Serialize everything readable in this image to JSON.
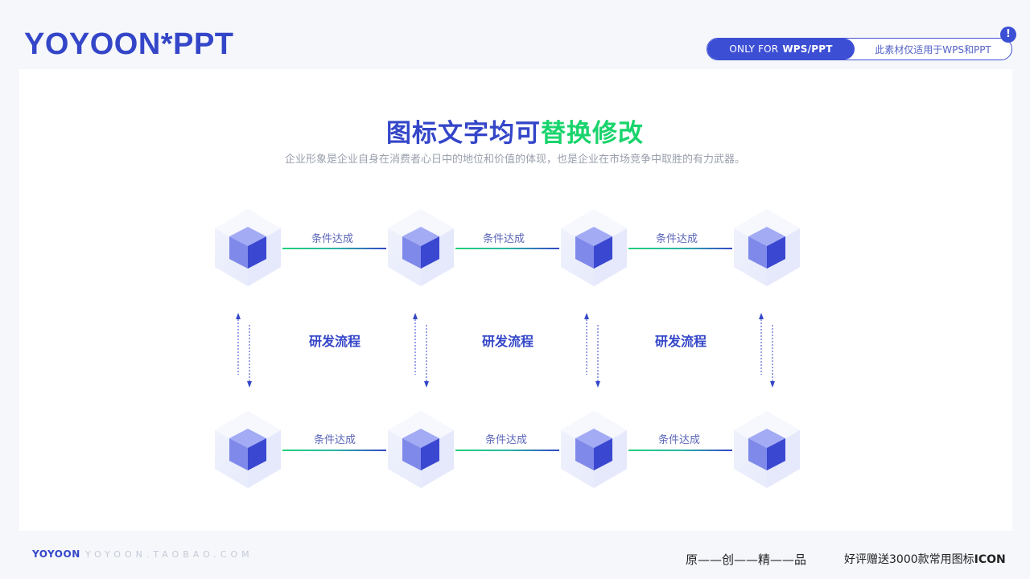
{
  "header": {
    "brand": "YOYOON*PPT",
    "badge_left_prefix": "ONLY FOR",
    "badge_left_strong": "WPS/PPT",
    "badge_right": "此素材仅适用于WPS和PPT",
    "alert_glyph": "!"
  },
  "main": {
    "title_part1": "图标文字均可",
    "title_part2": "替换修改",
    "subtitle": "企业形象是企业自身在消费者心日中的地位和价值的体现，也是企业在市场竞争中取胜的有力武器。",
    "top_row_labels": [
      "条件达成",
      "条件达成",
      "条件达成"
    ],
    "bottom_row_labels": [
      "条件达成",
      "条件达成",
      "条件达成"
    ],
    "middle_labels": [
      "研发流程",
      "研发流程",
      "研发流程"
    ],
    "cube_icon": "cube-icon",
    "arrow_icon": "up-down-arrow-icon"
  },
  "footer": {
    "brand": "YOYOON",
    "url": "YOYOON.TAOBAO.COM",
    "motto": "原——创——精——品",
    "promo_text": "好评赠送3000款常用图标",
    "promo_strong": "ICON"
  },
  "colors": {
    "brand_blue": "#3446c8",
    "accent_green": "#19d46c",
    "cube_light": "#8e97ee",
    "cube_dark": "#3a47d0"
  }
}
